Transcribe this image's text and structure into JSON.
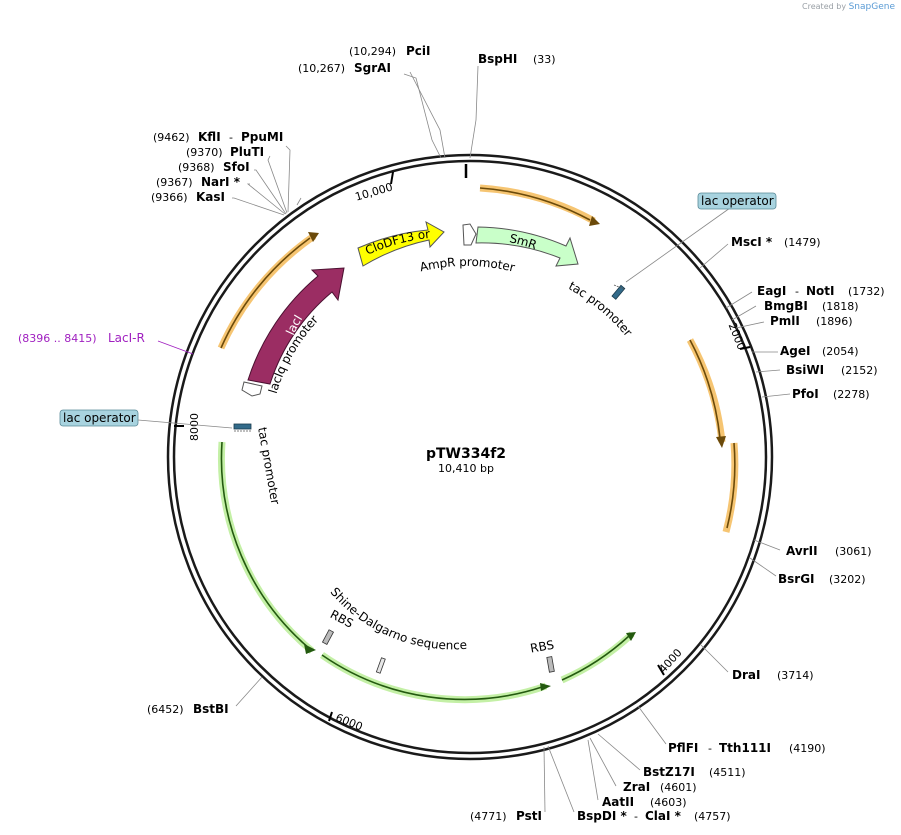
{
  "watermark": {
    "prefix": "Created by",
    "brand": "SnapGene"
  },
  "plasmid": {
    "name": "pTW334f2",
    "length_label": "10,410 bp"
  },
  "colors": {
    "backbone": "#1a1a1a",
    "orange_fill": "#f6c572",
    "orange_core": "#6b4a0a",
    "green_fill": "#c4f0a6",
    "green_core": "#245a10",
    "lacI": "#9b2d63",
    "ori": "#ffff00",
    "smr": "#c9ffc9",
    "lac_operator_box": "#a8d3df",
    "lacI_R": "#a020c0"
  },
  "ruler_ticks": [
    {
      "label": "10,000"
    },
    {
      "label": "2000"
    },
    {
      "label": "4000"
    },
    {
      "label": "6000"
    },
    {
      "label": "8000"
    }
  ],
  "sites_top": [
    {
      "pos": "(10,294)",
      "name": "PciI"
    },
    {
      "pos": "(10,267)",
      "name": "SgrAI"
    },
    {
      "name": "BspHI",
      "pos": "(33)"
    }
  ],
  "sites_left": [
    {
      "pos": "(9462)",
      "name": "KflI",
      "extra": "PpuMI"
    },
    {
      "pos": "(9370)",
      "name": "PluTI"
    },
    {
      "pos": "(9368)",
      "name": "SfoI"
    },
    {
      "pos": "(9367)",
      "name": "NarI *"
    },
    {
      "pos": "(9366)",
      "name": "KasI"
    },
    {
      "pos": "(6452)",
      "name": "BstBI"
    },
    {
      "pos": "(4771)",
      "name": "PstI"
    }
  ],
  "sites_right": [
    {
      "name": "MscI *",
      "pos": "(1479)"
    },
    {
      "name": "EagI",
      "extra": "NotI",
      "pos": "(1732)"
    },
    {
      "name": "BmgBI",
      "pos": "(1818)"
    },
    {
      "name": "PmlI",
      "pos": "(1896)"
    },
    {
      "name": "AgeI",
      "pos": "(2054)"
    },
    {
      "name": "BsiWI",
      "pos": "(2152)"
    },
    {
      "name": "PfoI",
      "pos": "(2278)"
    },
    {
      "name": "AvrII",
      "pos": "(3061)"
    },
    {
      "name": "BsrGI",
      "pos": "(3202)"
    },
    {
      "name": "DraI",
      "pos": "(3714)"
    },
    {
      "name": "PflFI",
      "extra": "Tth111I",
      "pos": "(4190)"
    },
    {
      "name": "BstZ17I",
      "pos": "(4511)"
    },
    {
      "name": "ZraI",
      "pos": "(4601)"
    },
    {
      "name": "AatII",
      "pos": "(4603)"
    },
    {
      "name": "BspDI *",
      "extra": "ClaI *",
      "pos": "(4757)"
    }
  ],
  "primer": {
    "range": "(8396 .. 8415)",
    "name": "LacI-R"
  },
  "features": {
    "lac_operator_1": "lac operator",
    "lac_operator_2": "lac operator",
    "tac_promoter_1": "tac promoter",
    "tac_promoter_2": "tac promoter",
    "cloDF13_ori": "CloDF13 ori",
    "smr": "SmR",
    "ampr_promoter": "AmpR promoter",
    "lacI": "lacI",
    "lacIq_promoter": "lacIq promoter",
    "shine_dalgarno": "Shine-Dalgarno sequence",
    "rbs_1": "RBS",
    "rbs_2": "RBS"
  }
}
